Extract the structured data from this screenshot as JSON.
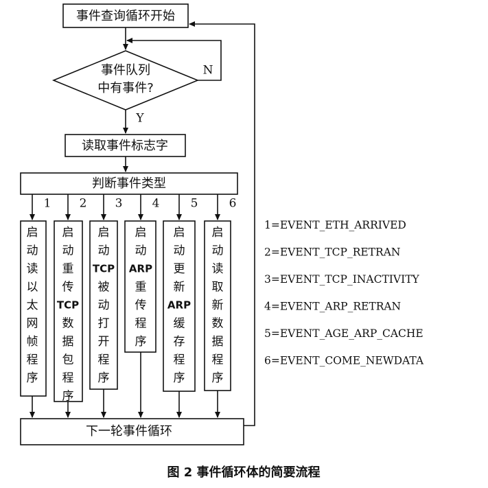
{
  "diagram": {
    "start_label": "事件查询循环开始",
    "decision_label": [
      "事件队列",
      "中有事件?"
    ],
    "no_label": "N",
    "yes_label": "Y",
    "read_flag_label": "读取事件标志字",
    "judge_label": "判断事件类型",
    "next_label": "下一轮事件循环",
    "branches": [
      {
        "number": "1",
        "lines": [
          "启",
          "动",
          "读",
          "以",
          "太",
          "网",
          "帧",
          "程",
          "序"
        ]
      },
      {
        "number": "2",
        "lines": [
          "启",
          "动",
          "重",
          "传",
          "TCP",
          "数",
          "据",
          "包",
          "程",
          "序"
        ]
      },
      {
        "number": "3",
        "lines": [
          "启",
          "动",
          "TCP",
          "被",
          "动",
          "打",
          "开",
          "程",
          "序"
        ]
      },
      {
        "number": "4",
        "lines": [
          "启",
          "动",
          "ARP",
          "重",
          "传",
          "程",
          "序"
        ]
      },
      {
        "number": "5",
        "lines": [
          "启",
          "动",
          "更",
          "新",
          "ARP",
          "缓",
          "存",
          "程",
          "序"
        ]
      },
      {
        "number": "6",
        "lines": [
          "启",
          "动",
          "读",
          "取",
          "新",
          "数",
          "据",
          "程",
          "序"
        ]
      }
    ]
  },
  "legend": [
    "1=EVENT_ETH_ARRIVED",
    "2=EVENT_TCP_RETRAN",
    "3=EVENT_TCP_INACTIVITY",
    "4=EVENT_ARP_RETRAN",
    "5=EVENT_AGE_ARP_CACHE",
    "6=EVENT_COME_NEWDATA"
  ],
  "caption": "图 2   事件循环体的简要流程"
}
